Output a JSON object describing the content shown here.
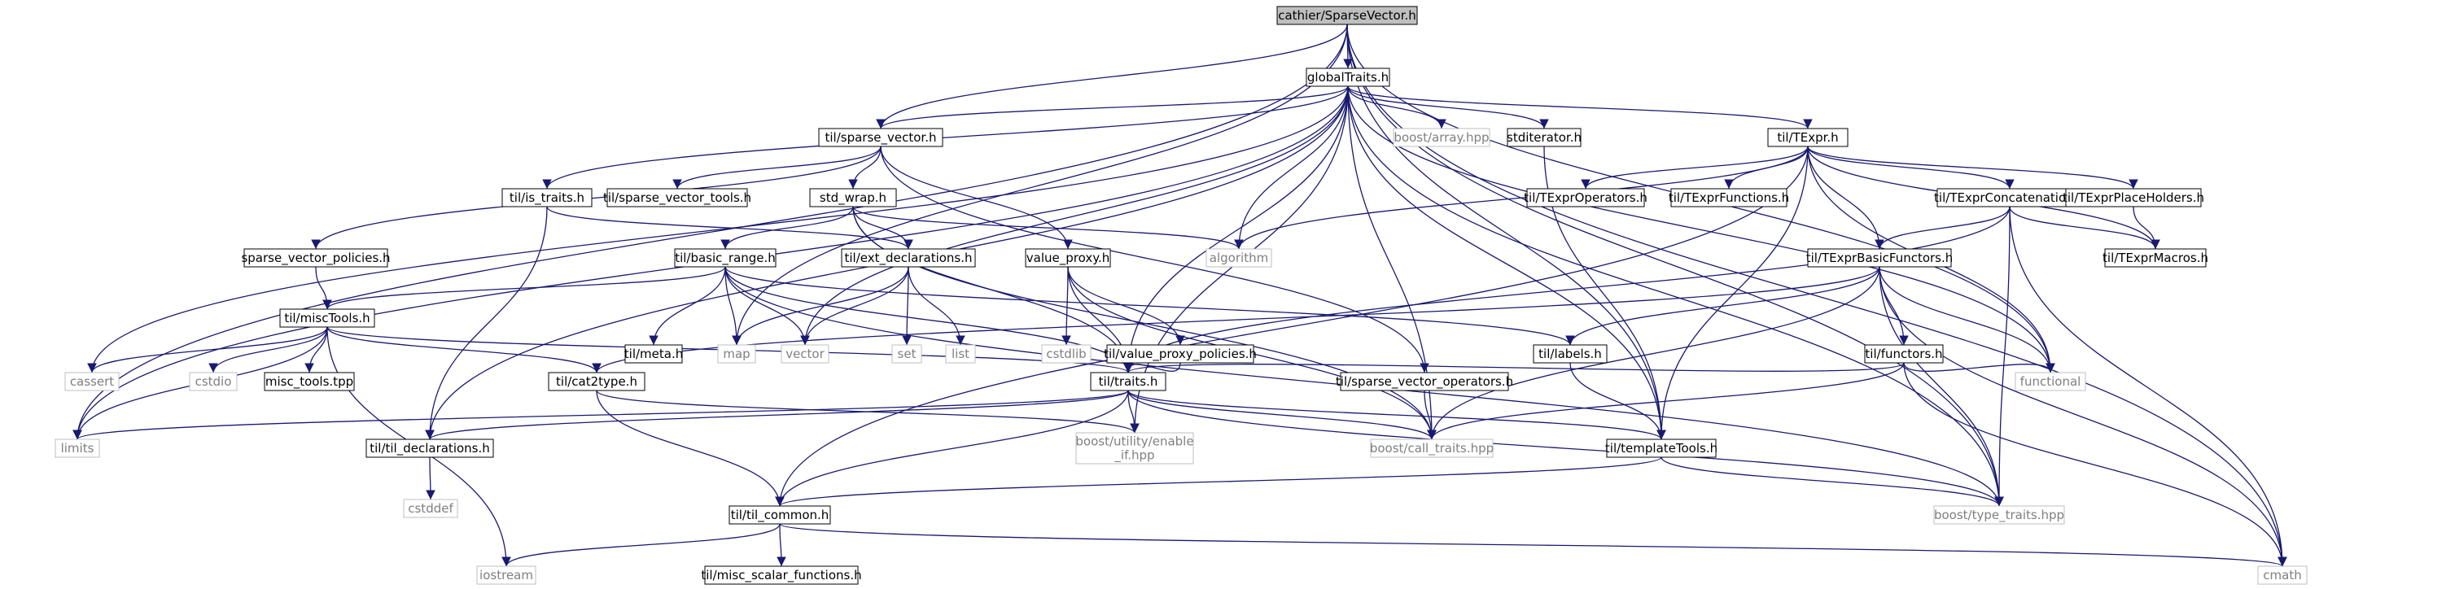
{
  "graph": {
    "root": "cathier/SparseVector.h",
    "colors": {
      "edge": "#191970",
      "root_fill": "#bfbfbf",
      "node_border": "#000000",
      "external_border": "#bfbfbf",
      "external_text": "#7f7f7f"
    },
    "nodes": [
      {
        "id": "sv",
        "label": "cathier/SparseVector.h",
        "kind": "root"
      },
      {
        "id": "gt",
        "label": "globalTraits.h",
        "kind": "local"
      },
      {
        "id": "tspv",
        "label": "til/sparse_vector.h",
        "kind": "local"
      },
      {
        "id": "boostarr",
        "label": "boost/array.hpp",
        "kind": "external"
      },
      {
        "id": "stditer",
        "label": "stditerator.h",
        "kind": "local"
      },
      {
        "id": "texpr",
        "label": "til/TExpr.h",
        "kind": "local"
      },
      {
        "id": "istraits",
        "label": "til/is_traits.h",
        "kind": "local"
      },
      {
        "id": "svtools",
        "label": "til/sparse_vector_tools.h",
        "kind": "local"
      },
      {
        "id": "stdwrap",
        "label": "std_wrap.h",
        "kind": "local"
      },
      {
        "id": "texprops",
        "label": "til/TExprOperators.h",
        "kind": "local"
      },
      {
        "id": "texprfun",
        "label": "til/TExprFunctions.h",
        "kind": "local"
      },
      {
        "id": "texprconc",
        "label": "til/TExprConcatenation.h",
        "kind": "local"
      },
      {
        "id": "texprph",
        "label": "til/TExprPlaceHolders.h",
        "kind": "local"
      },
      {
        "id": "algorithm",
        "label": "algorithm",
        "kind": "external"
      },
      {
        "id": "svpol",
        "label": "sparse_vector_policies.h",
        "kind": "local"
      },
      {
        "id": "basicrange",
        "label": "til/basic_range.h",
        "kind": "local"
      },
      {
        "id": "extdecl",
        "label": "til/ext_declarations.h",
        "kind": "local"
      },
      {
        "id": "valproxy",
        "label": "value_proxy.h",
        "kind": "local"
      },
      {
        "id": "texprbf",
        "label": "til/TExprBasicFunctors.h",
        "kind": "local"
      },
      {
        "id": "texprmac",
        "label": "til/TExprMacros.h",
        "kind": "local"
      },
      {
        "id": "misctools",
        "label": "til/miscTools.h",
        "kind": "local"
      },
      {
        "id": "meta",
        "label": "til/meta.h",
        "kind": "local"
      },
      {
        "id": "map",
        "label": "map",
        "kind": "external"
      },
      {
        "id": "vector",
        "label": "vector",
        "kind": "external"
      },
      {
        "id": "set",
        "label": "set",
        "kind": "external"
      },
      {
        "id": "list",
        "label": "list",
        "kind": "external"
      },
      {
        "id": "cstdlib",
        "label": "cstdlib",
        "kind": "external"
      },
      {
        "id": "vpp",
        "label": "til/value_proxy_policies.h",
        "kind": "local"
      },
      {
        "id": "labels",
        "label": "til/labels.h",
        "kind": "local"
      },
      {
        "id": "functors",
        "label": "til/functors.h",
        "kind": "local"
      },
      {
        "id": "cassert",
        "label": "cassert",
        "kind": "external"
      },
      {
        "id": "cstdio",
        "label": "cstdio",
        "kind": "external"
      },
      {
        "id": "misctpp",
        "label": "misc_tools.tpp",
        "kind": "local"
      },
      {
        "id": "cat2type",
        "label": "til/cat2type.h",
        "kind": "local"
      },
      {
        "id": "traits",
        "label": "til/traits.h",
        "kind": "local"
      },
      {
        "id": "svops",
        "label": "til/sparse_vector_operators.h",
        "kind": "local"
      },
      {
        "id": "functional",
        "label": "functional",
        "kind": "external"
      },
      {
        "id": "limits",
        "label": "limits",
        "kind": "external"
      },
      {
        "id": "tildecl",
        "label": "til/til_declarations.h",
        "kind": "local"
      },
      {
        "id": "enableif",
        "label": "boost/utility/enable_if.hpp",
        "label_lines": [
          "boost/utility/enable",
          "_if.hpp"
        ],
        "kind": "external"
      },
      {
        "id": "calltraits",
        "label": "boost/call_traits.hpp",
        "kind": "external"
      },
      {
        "id": "templtools",
        "label": "til/templateTools.h",
        "kind": "local"
      },
      {
        "id": "cstddef",
        "label": "cstddef",
        "kind": "external"
      },
      {
        "id": "tilcommon",
        "label": "til/til_common.h",
        "kind": "local"
      },
      {
        "id": "typetraits",
        "label": "boost/type_traits.hpp",
        "kind": "external"
      },
      {
        "id": "iostream",
        "label": "iostream",
        "kind": "external"
      },
      {
        "id": "miscscalar",
        "label": "til/misc_scalar_functions.h",
        "kind": "local"
      },
      {
        "id": "cmath",
        "label": "cmath",
        "kind": "external"
      }
    ],
    "edges": [
      [
        "sv",
        "gt"
      ],
      [
        "sv",
        "tspv"
      ],
      [
        "sv",
        "map"
      ],
      [
        "sv",
        "limits"
      ],
      [
        "sv",
        "functional"
      ],
      [
        "sv",
        "templtools"
      ],
      [
        "sv",
        "typetraits"
      ],
      [
        "sv",
        "cmath"
      ],
      [
        "gt",
        "boostarr"
      ],
      [
        "gt",
        "stditer"
      ],
      [
        "gt",
        "texpr"
      ],
      [
        "gt",
        "istraits"
      ],
      [
        "gt",
        "tspv"
      ],
      [
        "gt",
        "algorithm"
      ],
      [
        "gt",
        "vector"
      ],
      [
        "gt",
        "traits"
      ],
      [
        "gt",
        "calltraits"
      ],
      [
        "gt",
        "enableif"
      ],
      [
        "gt",
        "tildecl"
      ],
      [
        "gt",
        "limits"
      ],
      [
        "gt",
        "cassert"
      ],
      [
        "gt",
        "templtools"
      ],
      [
        "gt",
        "typetraits"
      ],
      [
        "gt",
        "functional"
      ],
      [
        "tspv",
        "svtools"
      ],
      [
        "tspv",
        "stdwrap"
      ],
      [
        "tspv",
        "svpol"
      ],
      [
        "tspv",
        "valproxy"
      ],
      [
        "tspv",
        "svops"
      ],
      [
        "stditer",
        "templtools"
      ],
      [
        "texpr",
        "texprops"
      ],
      [
        "texpr",
        "texprfun"
      ],
      [
        "texpr",
        "texprconc"
      ],
      [
        "texpr",
        "texprph"
      ],
      [
        "texpr",
        "texprbf"
      ],
      [
        "texpr",
        "texprmac"
      ],
      [
        "texpr",
        "algorithm"
      ],
      [
        "texpr",
        "tilcommon"
      ],
      [
        "texpr",
        "templtools"
      ],
      [
        "texpr",
        "functional"
      ],
      [
        "istraits",
        "extdecl"
      ],
      [
        "istraits",
        "tildecl"
      ],
      [
        "stdwrap",
        "basicrange"
      ],
      [
        "stdwrap",
        "extdecl"
      ],
      [
        "stdwrap",
        "algorithm"
      ],
      [
        "stdwrap",
        "traits"
      ],
      [
        "stdwrap",
        "calltraits"
      ],
      [
        "texprconc",
        "texprmac"
      ],
      [
        "texprconc",
        "texprbf"
      ],
      [
        "texprconc",
        "traits"
      ],
      [
        "texprconc",
        "typetraits"
      ],
      [
        "texprconc",
        "cmath"
      ],
      [
        "texprph",
        "texprmac"
      ],
      [
        "svpol",
        "misctools"
      ],
      [
        "basicrange",
        "misctools"
      ],
      [
        "basicrange",
        "meta"
      ],
      [
        "basicrange",
        "map"
      ],
      [
        "basicrange",
        "vector"
      ],
      [
        "basicrange",
        "labels"
      ],
      [
        "basicrange",
        "traits"
      ],
      [
        "basicrange",
        "typetraits"
      ],
      [
        "extdecl",
        "map"
      ],
      [
        "extdecl",
        "vector"
      ],
      [
        "extdecl",
        "set"
      ],
      [
        "extdecl",
        "list"
      ],
      [
        "valproxy",
        "cstdlib"
      ],
      [
        "valproxy",
        "vpp"
      ],
      [
        "valproxy",
        "traits"
      ],
      [
        "valproxy",
        "calltraits"
      ],
      [
        "texprbf",
        "labels"
      ],
      [
        "texprbf",
        "functors"
      ],
      [
        "texprbf",
        "functional"
      ],
      [
        "texprbf",
        "cat2type"
      ],
      [
        "texprbf",
        "calltraits"
      ],
      [
        "texprbf",
        "typetraits"
      ],
      [
        "texprbf",
        "cmath"
      ],
      [
        "misctools",
        "cassert"
      ],
      [
        "misctools",
        "cstdio"
      ],
      [
        "misctools",
        "misctpp"
      ],
      [
        "misctools",
        "cat2type"
      ],
      [
        "misctools",
        "traits"
      ],
      [
        "misctools",
        "limits"
      ],
      [
        "misctools",
        "iostream"
      ],
      [
        "vpp",
        "traits"
      ],
      [
        "labels",
        "templtools"
      ],
      [
        "functors",
        "traits"
      ],
      [
        "functors",
        "functional"
      ],
      [
        "functors",
        "calltraits"
      ],
      [
        "functors",
        "cmath"
      ],
      [
        "cat2type",
        "tilcommon"
      ],
      [
        "cat2type",
        "enableif"
      ],
      [
        "traits",
        "limits"
      ],
      [
        "traits",
        "tildecl"
      ],
      [
        "traits",
        "enableif"
      ],
      [
        "traits",
        "calltraits"
      ],
      [
        "traits",
        "templtools"
      ],
      [
        "traits",
        "tilcommon"
      ],
      [
        "traits",
        "typetraits"
      ],
      [
        "svops",
        "calltraits"
      ],
      [
        "tildecl",
        "cstddef"
      ],
      [
        "templtools",
        "tilcommon"
      ],
      [
        "templtools",
        "typetraits"
      ],
      [
        "tilcommon",
        "iostream"
      ],
      [
        "tilcommon",
        "miscscalar"
      ],
      [
        "tilcommon",
        "cmath"
      ]
    ]
  }
}
